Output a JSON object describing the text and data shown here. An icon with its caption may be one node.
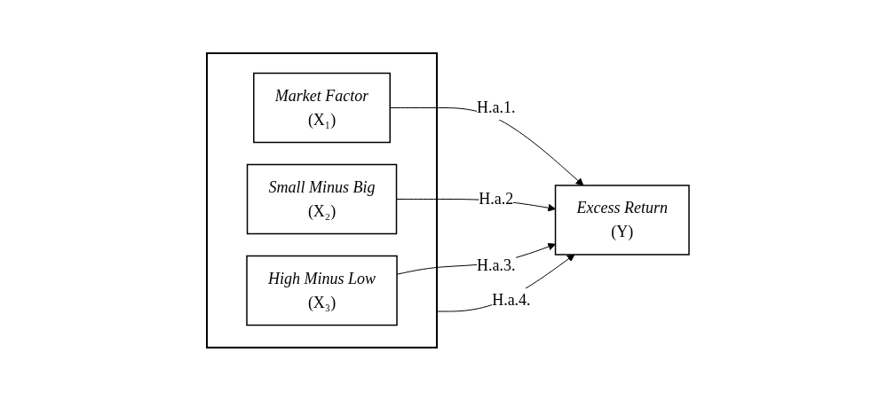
{
  "diagram": {
    "nodes": [
      {
        "text": [],
        "shape": "box"
      },
      {
        "text": [
          "Market Factor",
          "(X₁)"
        ],
        "in": 0
      },
      {
        "text": [
          "Small Minus Big",
          "(X₂)"
        ],
        "in": 0
      },
      {
        "text": [
          "High Minus Low",
          "(X₃)"
        ],
        "in": 0
      },
      {
        "text": [
          "Excess Return",
          "(Y)"
        ]
      }
    ],
    "edges": [
      {
        "from": 1,
        "to": 4,
        "arrow": "to",
        "label": "H.a.1."
      },
      {
        "from": 2,
        "to": 4,
        "arrow": "to",
        "label": "H.a.2"
      },
      {
        "from": 3,
        "to": 4,
        "arrow": "to",
        "label": "H.a.3."
      },
      {
        "from": 0,
        "to": 4,
        "arrow": "to",
        "label": "H.a.4."
      }
    ]
  }
}
